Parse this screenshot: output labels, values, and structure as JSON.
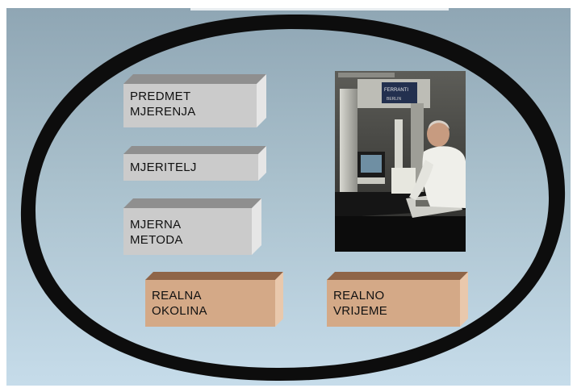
{
  "diagram": {
    "boxes": [
      {
        "id": "predmet",
        "label": "PREDMET\nMJERENJA"
      },
      {
        "id": "mjeritelj",
        "label": "MJERITELJ"
      },
      {
        "id": "metoda",
        "label": "MJERNA\nMETODA"
      },
      {
        "id": "okolina",
        "label": "REALNA\nOKOLINA"
      },
      {
        "id": "vrijeme",
        "label": "REALNO\nVRIJEME"
      }
    ],
    "photo_brand": "FERRANTI",
    "photo_sub": "BERLIN",
    "colors": {
      "grey_front": "#cbcbcb",
      "grey_top": "#8f8f8f",
      "grey_side": "#e6e6e6",
      "tan_front": "#d4a987",
      "tan_top": "#8f6548",
      "tan_side": "#e9c8ac",
      "ring": "#0d0d0d"
    }
  }
}
